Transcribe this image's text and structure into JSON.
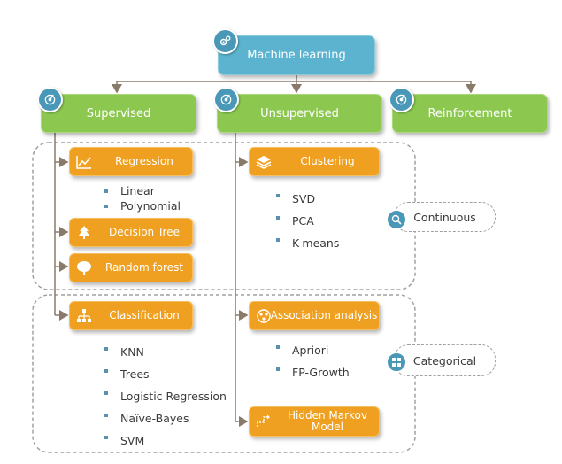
{
  "root": {
    "label": "Machine learning",
    "icon": "gears-icon"
  },
  "categories": [
    {
      "label": "Supervised",
      "icon": "target-icon"
    },
    {
      "label": "Unsupervised",
      "icon": "target-icon"
    },
    {
      "label": "Reinforcement",
      "icon": "target-icon"
    }
  ],
  "algorithms": {
    "regression": {
      "label": "Regression",
      "icon": "line-chart-icon",
      "items": [
        "Linear",
        "Polynomial"
      ]
    },
    "decision_tree": {
      "label": "Decision Tree",
      "icon": "tree-icon"
    },
    "random_forest": {
      "label": "Random forest",
      "icon": "tree-icon"
    },
    "classification": {
      "label": "Classification",
      "icon": "hierarchy-icon",
      "items": [
        "KNN",
        "Trees",
        "Logistic Regression",
        "Naïve-Bayes",
        "SVM"
      ]
    },
    "clustering": {
      "label": "Clustering",
      "icon": "layers-icon",
      "items": [
        "SVD",
        "PCA",
        "K-means"
      ]
    },
    "association": {
      "label": "Association analysis",
      "icon": "network-icon",
      "items": [
        "Apriori",
        "FP-Growth"
      ]
    },
    "hmm": {
      "label": "Hidden Markov Model",
      "icon": "path-icon"
    }
  },
  "tags": {
    "continuous": {
      "label": "Continuous",
      "icon": "magnifier-icon"
    },
    "categorical": {
      "label": "Categorical",
      "icon": "grid-icon"
    }
  },
  "colors": {
    "root": "#5bb3cf",
    "category": "#8cc850",
    "algorithm": "#f0a020",
    "connector": "#8a7a6a",
    "dashed_group": "#a0a0a0"
  }
}
